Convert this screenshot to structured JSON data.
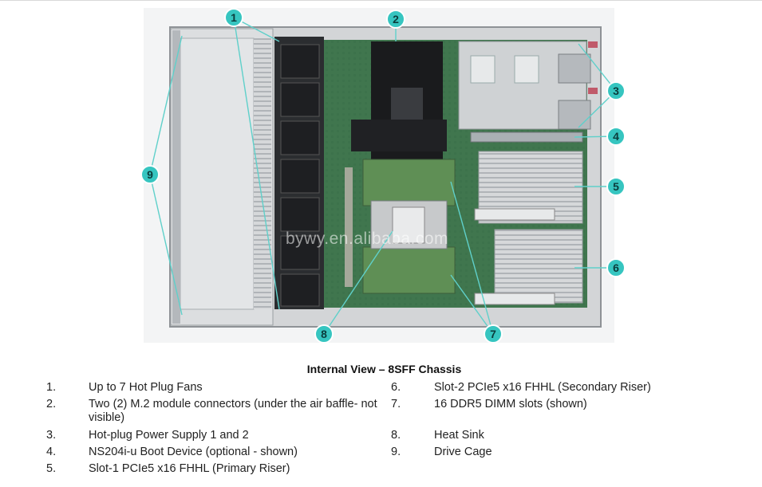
{
  "caption": "Internal View – 8SFF Chassis",
  "watermark": "bywy.en.alibaba.com",
  "colors": {
    "callout_fill": "#36c5c0",
    "callout_line": "#5fd0ca",
    "board_green": "#2f6b3e",
    "chassis_grey": "#c9ccce"
  },
  "callouts": [
    "1",
    "2",
    "3",
    "4",
    "5",
    "6",
    "7",
    "8",
    "9"
  ],
  "legend_left": [
    {
      "num": "1.",
      "text": "Up to 7 Hot Plug Fans"
    },
    {
      "num": "2.",
      "text": "Two (2) M.2 module connectors (under the air baffle- not visible)"
    },
    {
      "num": "3.",
      "text": "Hot-plug Power Supply 1 and 2"
    },
    {
      "num": "4.",
      "text": "NS204i-u Boot Device (optional - shown)"
    },
    {
      "num": "5.",
      "text": "Slot-1 PCIe5 x16 FHHL (Primary Riser)"
    }
  ],
  "legend_right": [
    {
      "num": "6.",
      "text": "Slot-2 PCIe5 x16 FHHL (Secondary Riser)"
    },
    {
      "num": "7.",
      "text": "16 DDR5 DIMM slots (shown)"
    },
    {
      "num": "8.",
      "text": "Heat Sink"
    },
    {
      "num": "9.",
      "text": "Drive Cage"
    }
  ]
}
